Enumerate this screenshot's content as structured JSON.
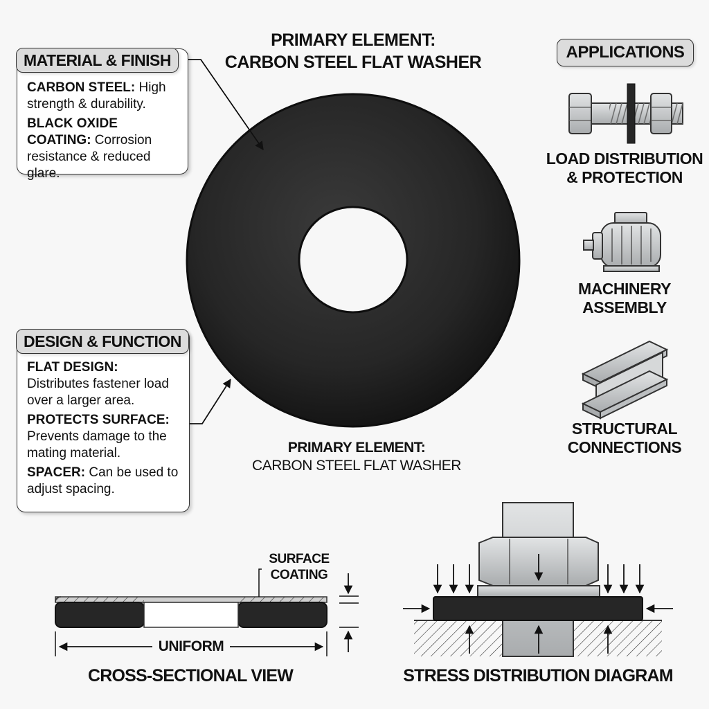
{
  "main_title": {
    "line1": "PRIMARY ELEMENT:",
    "line2": "CARBON STEEL FLAT WASHER"
  },
  "caption": {
    "line1": "PRIMARY ELEMENT:",
    "line2": "CARBON STEEL FLAT WASHER"
  },
  "material_box": {
    "header": "MATERIAL & FINISH",
    "items": [
      {
        "term": "CARBON STEEL:",
        "desc": " High strength & durability."
      },
      {
        "term": "BLACK OXIDE COATING:",
        "desc": " Corrosion resistance & reduced glare."
      }
    ]
  },
  "design_box": {
    "header": "DESIGN & FUNCTION",
    "items": [
      {
        "term": "FLAT DESIGN:",
        "desc": " Distributes fastener load over a larger area."
      },
      {
        "term": "PROTECTS SURFACE:",
        "desc": " Prevents damage to the mating material."
      },
      {
        "term": "SPACER:",
        "desc": " Can be used to adjust spacing."
      }
    ]
  },
  "applications": {
    "header": "APPLICATIONS",
    "items": [
      {
        "line1": "LOAD DISTRIBUTION",
        "line2": "& PROTECTION",
        "icon": "bolt-washer-nut-icon"
      },
      {
        "line1": "MACHINERY",
        "line2": "ASSEMBLY",
        "icon": "electric-motor-icon"
      },
      {
        "line1": "STRUCTURAL",
        "line2": "CONNECTIONS",
        "icon": "i-beam-icon"
      }
    ]
  },
  "cross_section": {
    "title": "CROSS-SECTIONAL VIEW",
    "surface_label": {
      "line1": "SURFACE",
      "line2": "COATING"
    },
    "uniform_label": "UNIFORM"
  },
  "stress": {
    "title": "STRESS DISTRIBUTION DIAGRAM"
  },
  "colors": {
    "background": "#f7f7f7",
    "washer": "#262626",
    "header_fill": "#dcdcdc",
    "steel": "#c9cbcc"
  }
}
